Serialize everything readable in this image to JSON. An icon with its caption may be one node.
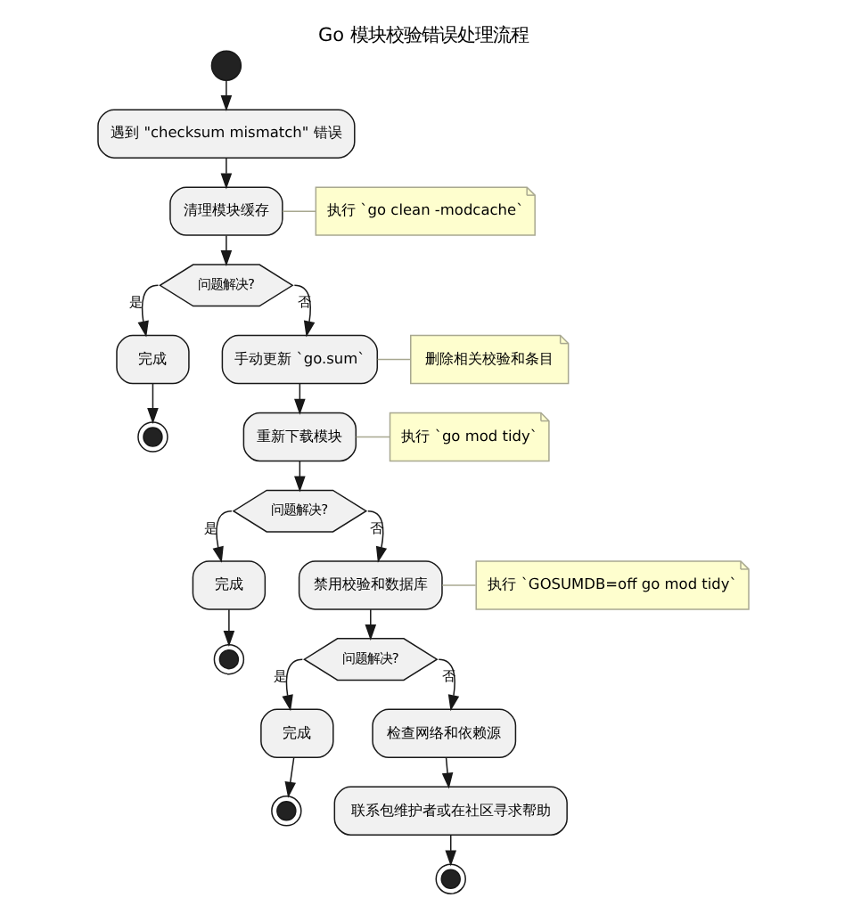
{
  "diagram": {
    "title": "Go 模块校验错误处理流程",
    "nodes": [
      {
        "text": [],
        "shape": "circle"
      },
      {
        "text": [
          "遇到 \"checksum mismatch\" 错误"
        ]
      },
      {
        "text": [
          "清理模块缓存"
        ]
      },
      {
        "text": [
          "执行 `go clean -modcache`"
        ]
      },
      {
        "text": [
          "问题解决?"
        ]
      },
      {
        "text": [
          "完成"
        ]
      },
      {
        "text": [
          "手动更新 `go.sum`"
        ]
      },
      {
        "text": [
          "删除相关校验和条目"
        ]
      },
      {
        "text": [],
        "shape": "circle"
      },
      {
        "text": [
          "重新下载模块"
        ]
      },
      {
        "text": [
          "执行 `go mod tidy`"
        ]
      },
      {
        "text": [
          "问题解决?"
        ]
      },
      {
        "text": [
          "完成"
        ]
      },
      {
        "text": [
          "禁用校验和数据库"
        ]
      },
      {
        "text": [
          "执行 `GOSUMDB=off go mod tidy`"
        ]
      },
      {
        "text": [],
        "shape": "circle"
      },
      {
        "text": [
          "问题解决?"
        ]
      },
      {
        "text": [
          "完成"
        ]
      },
      {
        "text": [
          "检查网络和依赖源"
        ]
      },
      {
        "text": [],
        "shape": "circle"
      },
      {
        "text": [
          "联系包维护者或在社区寻求帮助"
        ]
      },
      {
        "text": [],
        "shape": "circle"
      }
    ],
    "edges": [
      {
        "from": 0,
        "to": 1,
        "arrow": "to"
      },
      {
        "from": 1,
        "to": 2,
        "arrow": "to"
      },
      {
        "from": 2,
        "to": 3,
        "arrow": "none",
        "color": "#a8a890"
      },
      {
        "from": 2,
        "to": 4,
        "arrow": "to"
      },
      {
        "from": 4,
        "to": 5,
        "label": "是",
        "arrow": "to"
      },
      {
        "from": 4,
        "to": 6,
        "label": "否",
        "arrow": "to"
      },
      {
        "from": 5,
        "to": 8,
        "arrow": "to"
      },
      {
        "from": 6,
        "to": 7,
        "arrow": "none",
        "color": "#a8a890"
      },
      {
        "from": 6,
        "to": 9,
        "arrow": "to"
      },
      {
        "from": 9,
        "to": 10,
        "arrow": "none",
        "color": "#a8a890"
      },
      {
        "from": 9,
        "to": 11,
        "arrow": "to"
      },
      {
        "from": 11,
        "to": 12,
        "label": "是",
        "arrow": "to"
      },
      {
        "from": 11,
        "to": 13,
        "label": "否",
        "arrow": "to"
      },
      {
        "from": 12,
        "to": 15,
        "arrow": "to"
      },
      {
        "from": 13,
        "to": 14,
        "arrow": "none",
        "color": "#a8a890"
      },
      {
        "from": 13,
        "to": 16,
        "arrow": "to"
      },
      {
        "from": 16,
        "to": 17,
        "label": "是",
        "arrow": "to"
      },
      {
        "from": 16,
        "to": 18,
        "label": "否",
        "arrow": "to"
      },
      {
        "from": 17,
        "to": 19,
        "arrow": "to"
      },
      {
        "from": 18,
        "to": 20,
        "arrow": "to"
      },
      {
        "from": 20,
        "to": 21,
        "arrow": "to"
      }
    ]
  }
}
